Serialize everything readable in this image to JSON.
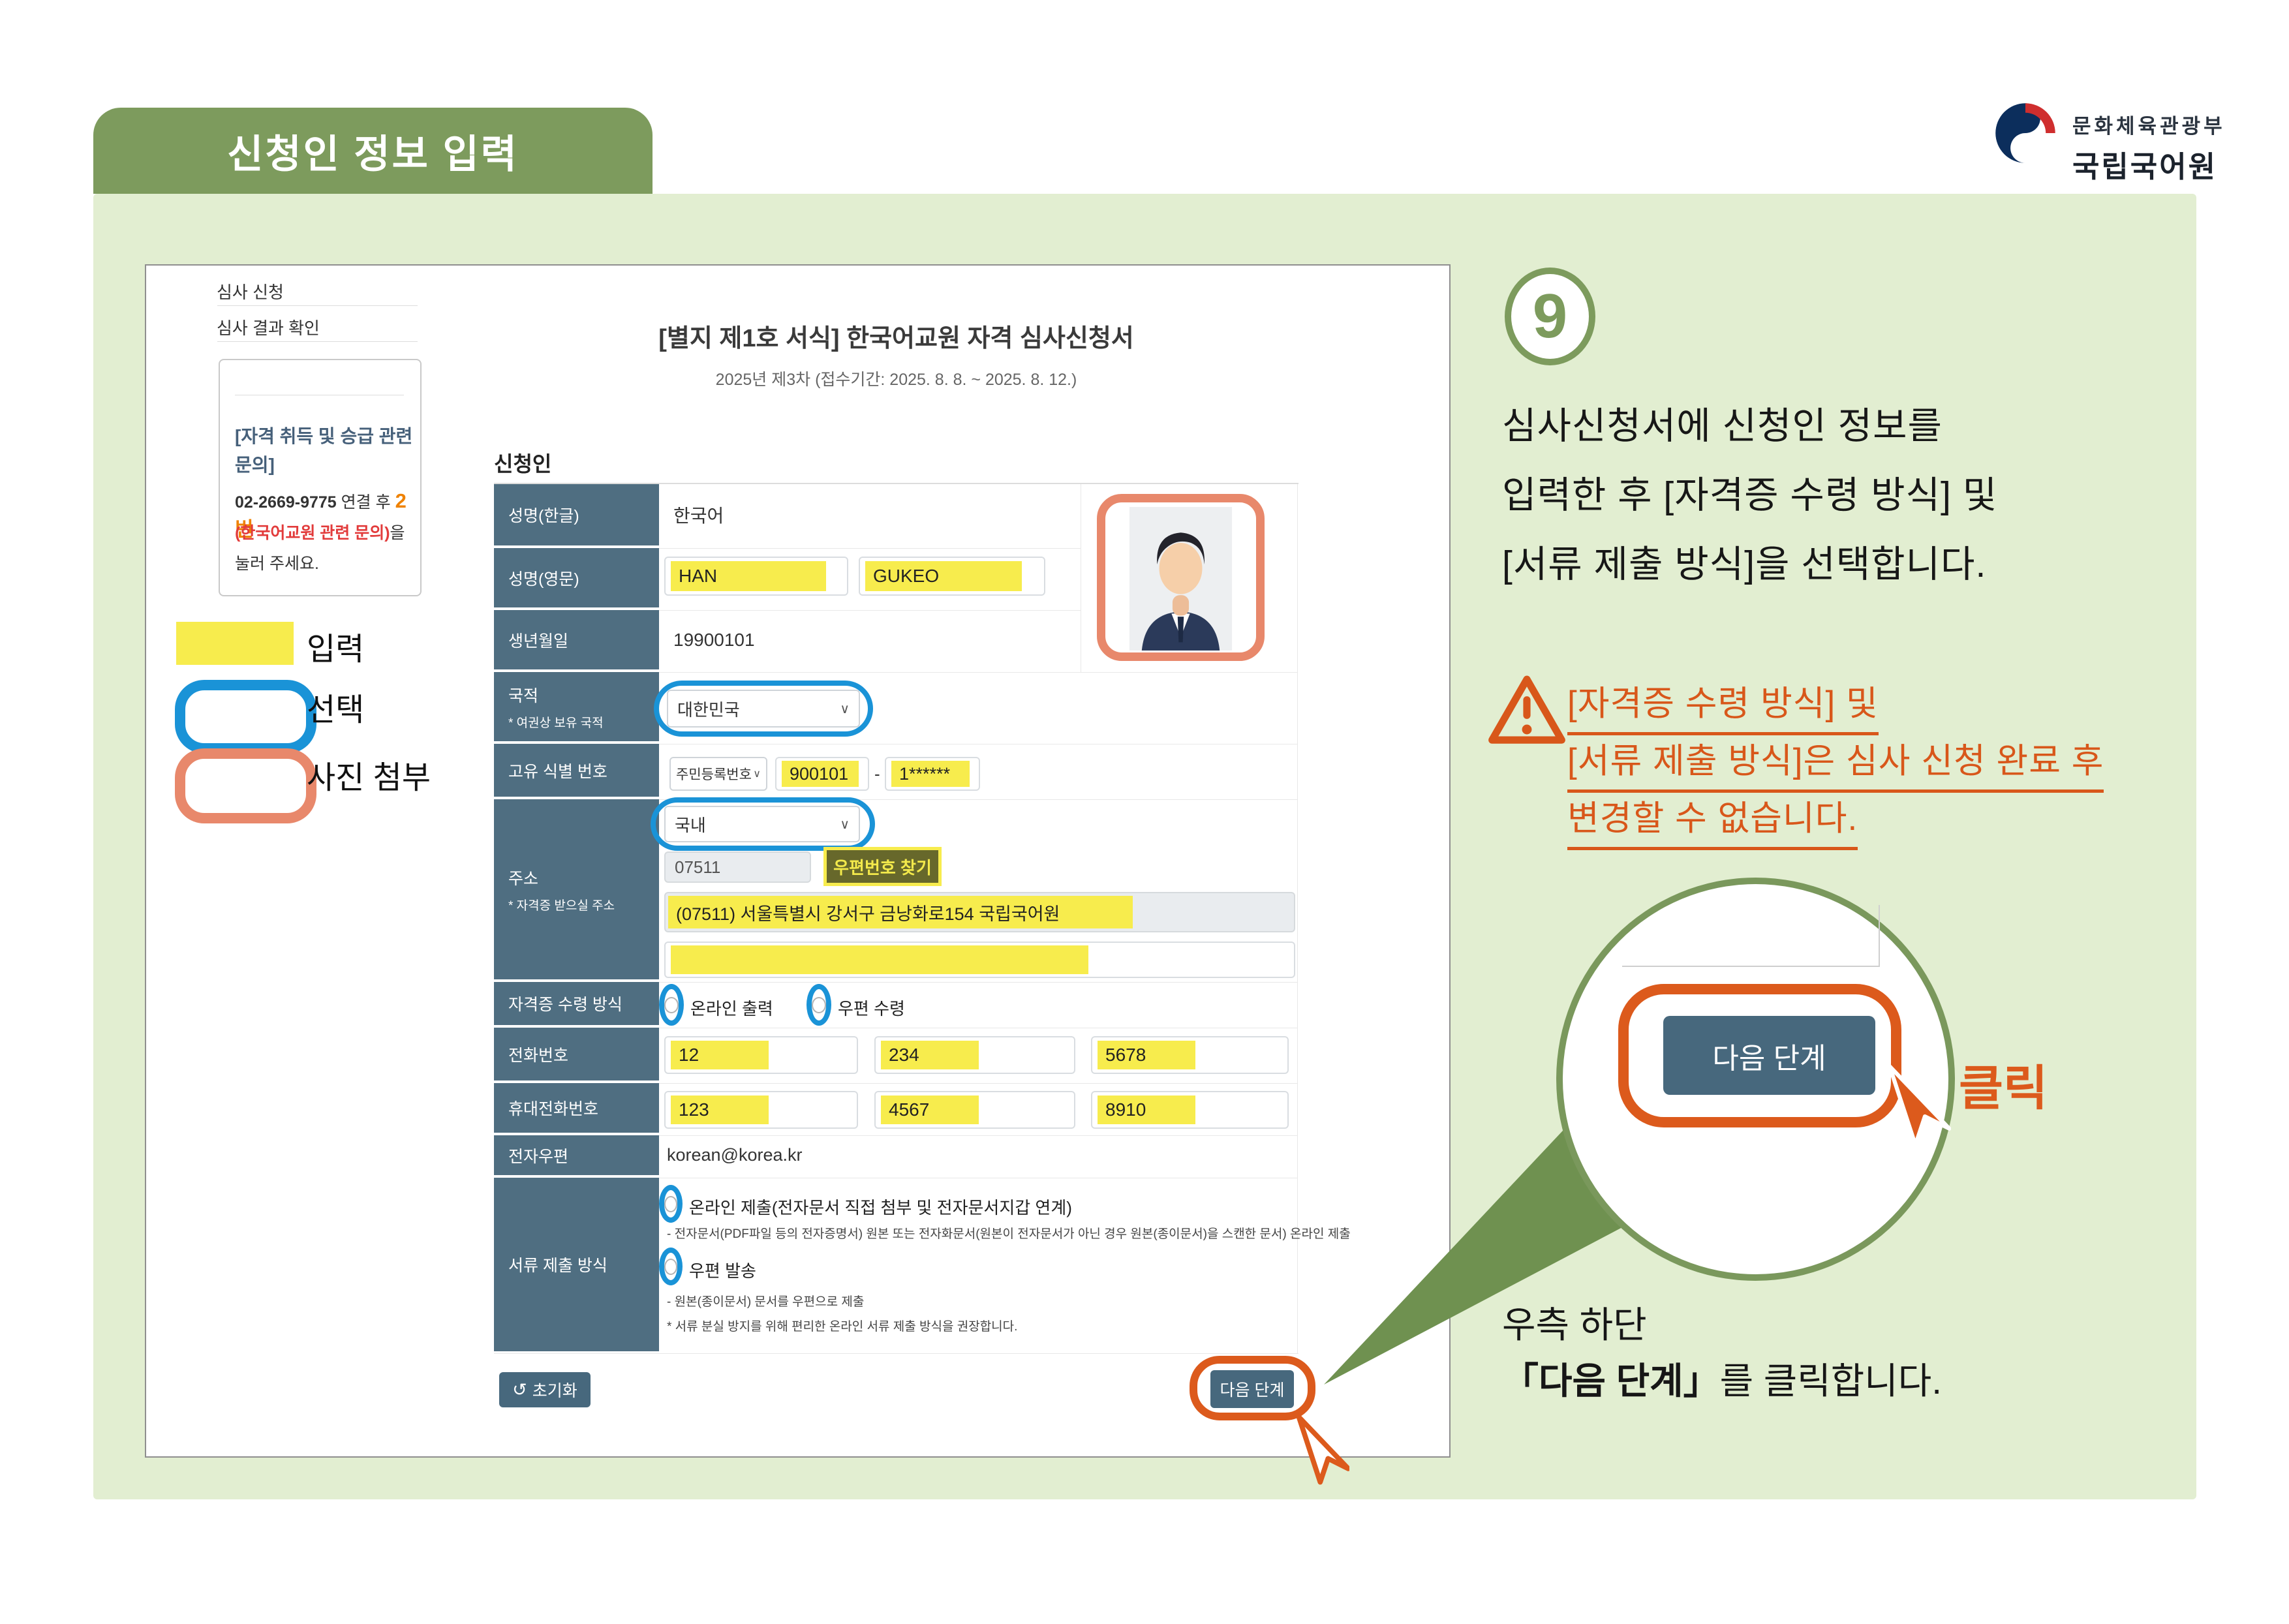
{
  "colors": {
    "green": "#7d9b5d",
    "panel": "#e2eed1",
    "slate_label": "#4f6e81",
    "slate_button": "#47687d",
    "highlight_yellow": "#f7ec4d",
    "highlight_blue": "#1a93d7",
    "highlight_orange": "#dc5a1c",
    "photo_salmon": "#e8886b",
    "contact_red": "#e23b3b",
    "contact_orange": "#ef8200",
    "postal_olive": "#67682b"
  },
  "header": {
    "title": "신청인 정보 입력"
  },
  "logo": {
    "ministry": "문화체육관광부",
    "institute": "국립국어원"
  },
  "sidebar": {
    "items": [
      {
        "label": "심사 신청"
      },
      {
        "label": "심사 결과 확인"
      }
    ],
    "contact": {
      "title_line1": "[자격 취득 및 승급 관련",
      "title_line2": "문의]",
      "phone": "02-2669-9775",
      "phone_mid": "연결 후",
      "phone_num": "2번",
      "red_text": "(한국어교원 관련 문의)",
      "red_suffix": "을",
      "tail": "눌러 주세요."
    }
  },
  "legend": {
    "input_label": "입력",
    "select_label": "선택",
    "photo_label": "사진 첨부"
  },
  "form": {
    "title": "[별지 제1호 서식] 한국어교원 자격 심사신청서",
    "subtitle": "2025년 제3차 (접수기간: 2025. 8. 8. ~ 2025. 8. 12.)",
    "section": "신청인",
    "icons": {
      "chevron": "∨",
      "reset": "↺"
    },
    "rows": {
      "name_kr": {
        "label": "성명(한글)",
        "value": "한국어"
      },
      "name_en": {
        "label": "성명(영문)",
        "first": "HAN",
        "last": "GUKEO"
      },
      "birth": {
        "label": "생년월일",
        "value": "19900101"
      },
      "nationality": {
        "label": "국적",
        "sublabel": "* 여권상 보유 국적",
        "value": "대한민국"
      },
      "id": {
        "label": "고유 식별 번호",
        "type": "주민등록번호",
        "front": "900101",
        "dash": "-",
        "back": "1******"
      },
      "address": {
        "label": "주소",
        "sublabel": "* 자격증 받으실 주소",
        "scope": "국내",
        "zip": "07511",
        "zip_btn": "우편번호 찾기",
        "line1": "(07511) 서울특별시 강서구 금낭화로154 국립국어원"
      },
      "cert": {
        "label": "자격증 수령 방식",
        "opt1": "온라인 출력",
        "opt2": "우편 수령"
      },
      "tel": {
        "label": "전화번호",
        "p1": "12",
        "p2": "234",
        "p3": "5678"
      },
      "mobile": {
        "label": "휴대전화번호",
        "p1": "123",
        "p2": "4567",
        "p3": "8910"
      },
      "email": {
        "label": "전자우편",
        "value": "korean@korea.kr"
      },
      "doc": {
        "label": "서류 제출 방식",
        "opt1": "온라인 제출(전자문서 직접 첨부 및 전자문서지갑 연계)",
        "opt1_note": "- 전자문서(PDF파일 등의 전자증명서) 원본 또는 전자화문서(원본이 전자문서가 아닌 경우 원본(종이문서)을 스캔한 문서) 온라인 제출",
        "opt2": "우편 발송",
        "opt2_note": "- 원본(종이문서) 문서를 우편으로 제출",
        "note": "* 서류 분실 방지를 위해 편리한 온라인 서류 제출 방식을 권장합니다."
      }
    },
    "reset_btn": "초기화",
    "next_btn": "다음 단계"
  },
  "instructions": {
    "step": "9",
    "para1": "심사신청서에 신청인 정보를",
    "para2": "입력한 후 [자격증 수령 방식] 및",
    "para3": "[서류 제출 방식]을 선택합니다.",
    "warn1": "[자격증 수령 방식] 및",
    "warn2": "[서류 제출 방식]은 심사 신청 완료 후",
    "warn3": "변경할 수 없습니다.",
    "zoom_button": "다음 단계",
    "click": "클릭",
    "bottom1": "우측 하단",
    "bottom_quote": "「다음 단계」",
    "bottom_suffix": "를 클릭합니다."
  }
}
